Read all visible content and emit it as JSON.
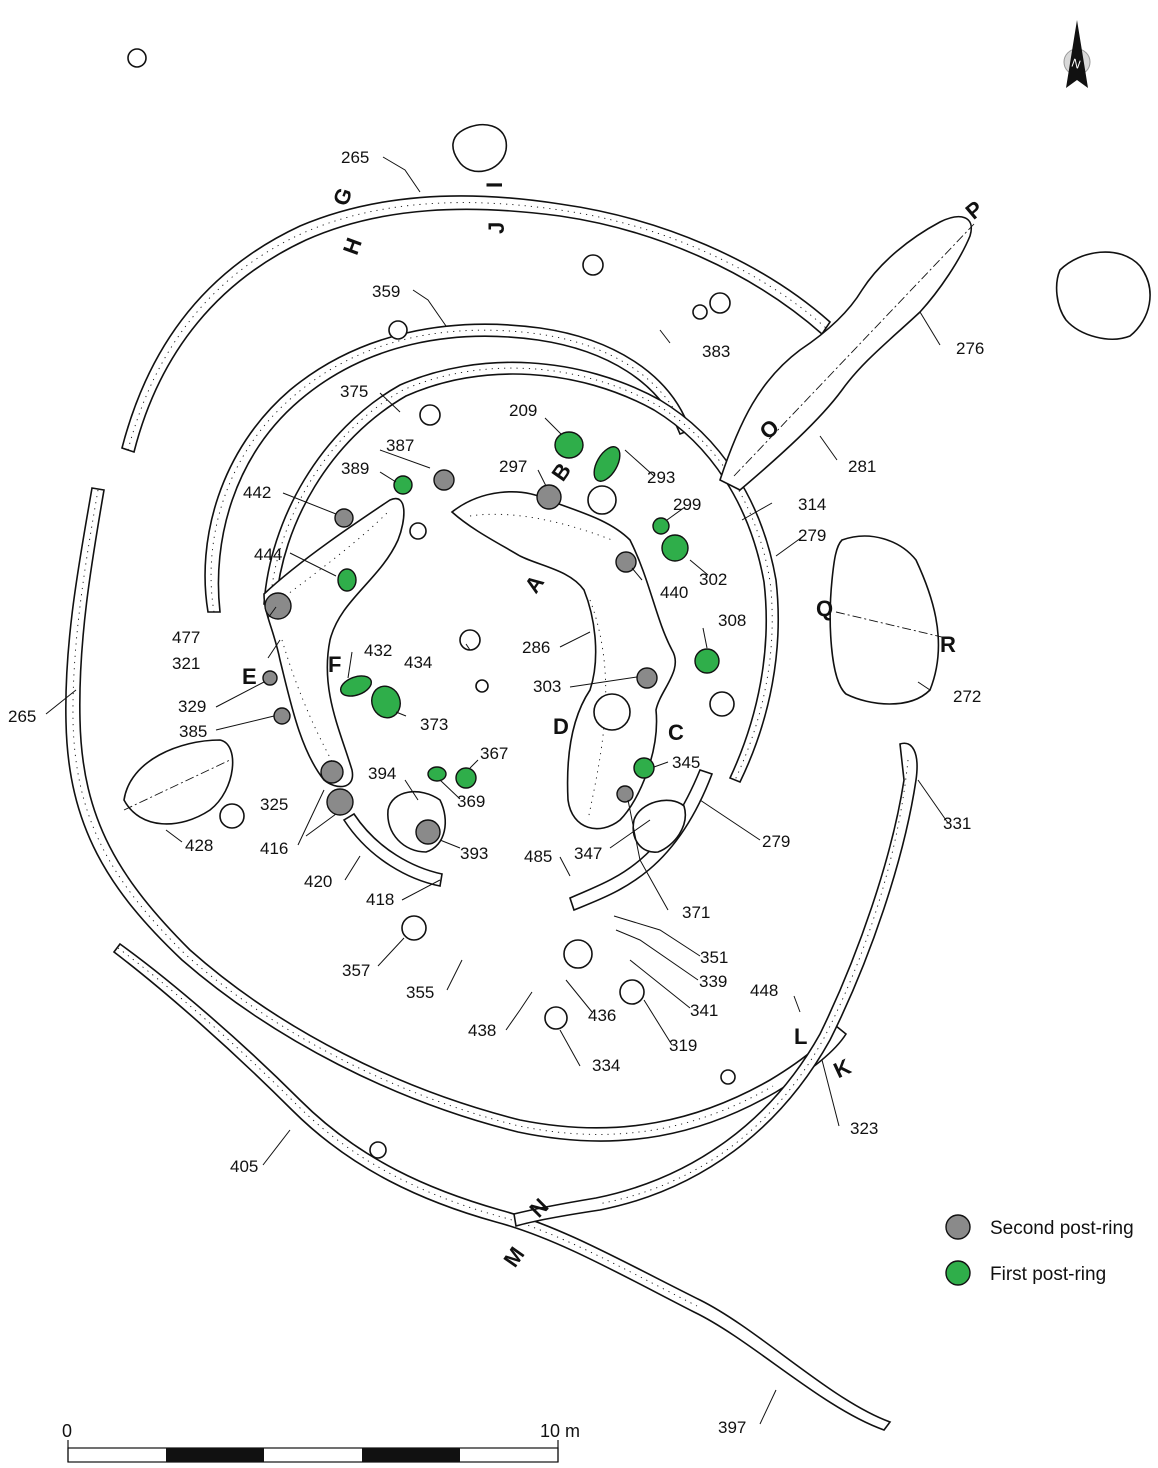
{
  "feature_labels": {
    "f265_top": "265",
    "f265_left": "265",
    "f359": "359",
    "f383": "383",
    "f276": "276",
    "f375": "375",
    "f209": "209",
    "f387": "387",
    "f389": "389",
    "f297": "297",
    "f293": "293",
    "f281": "281",
    "f442": "442",
    "f299": "299",
    "f314": "314",
    "f279_top": "279",
    "f444": "444",
    "f302": "302",
    "f440": "440",
    "f477": "477",
    "f321": "321",
    "f432": "432",
    "f434": "434",
    "f286": "286",
    "f308": "308",
    "f272": "272",
    "f329": "329",
    "f303": "303",
    "f385": "385",
    "f373": "373",
    "f367": "367",
    "f345": "345",
    "f394": "394",
    "f369": "369",
    "f331": "331",
    "f428": "428",
    "f416": "416",
    "f325": "325",
    "f393": "393",
    "f485": "485",
    "f347": "347",
    "f279_bottom": "279",
    "f420": "420",
    "f418": "418",
    "f371": "371",
    "f351": "351",
    "f357": "357",
    "f355": "355",
    "f339": "339",
    "f448": "448",
    "f341": "341",
    "f438": "438",
    "f436": "436",
    "f319": "319",
    "f334": "334",
    "f323": "323",
    "f405": "405",
    "f397": "397"
  },
  "section_letters": {
    "A": "A",
    "B": "B",
    "C": "C",
    "D": "D",
    "E": "E",
    "F": "F",
    "G": "G",
    "H": "H",
    "I": "I",
    "J": "J",
    "K": "K",
    "L": "L",
    "M": "M",
    "N": "N",
    "O": "O",
    "P": "P",
    "Q": "Q",
    "R": "R"
  },
  "north_arrow": {
    "label": "N",
    "icon": "north-arrow-icon"
  },
  "legend": [
    {
      "label": "Second post-ring",
      "color": "#8a8a8a"
    },
    {
      "label": "First post-ring",
      "color": "#2fae4a"
    }
  ],
  "scale_bar": {
    "start_label": "0",
    "end_label": "10 m"
  },
  "colors": {
    "second_post_ring": "#8a8a8a",
    "first_post_ring": "#2fae4a",
    "line": "#111111"
  }
}
